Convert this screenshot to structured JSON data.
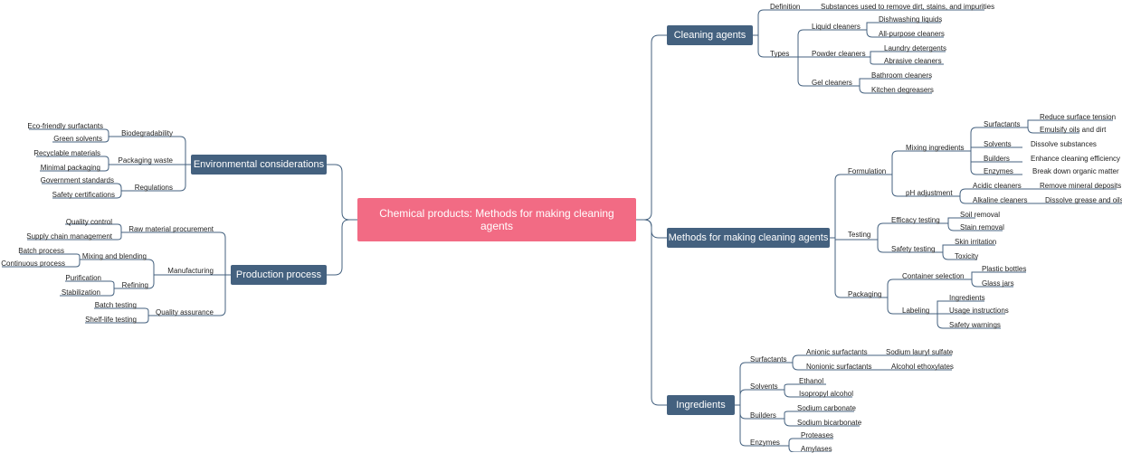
{
  "root": "Chemical products: Methods for making cleaning agents",
  "colors": {
    "root": "#f26b84",
    "main": "#44617f",
    "line": "#44617f"
  },
  "branches": {
    "cleaning_agents": {
      "label": "Cleaning agents",
      "definition": "Definition",
      "definition_text": "Substances used to remove dirt, stains, and impurities",
      "types": "Types",
      "liquid": "Liquid cleaners",
      "liquid_items": [
        "Dishwashing liquids",
        "All-purpose cleaners"
      ],
      "powder": "Powder cleaners",
      "powder_items": [
        "Laundry detergents",
        "Abrasive cleaners"
      ],
      "gel": "Gel cleaners",
      "gel_items": [
        "Bathroom cleaners",
        "Kitchen degreasers"
      ]
    },
    "methods": {
      "label": "Methods for making cleaning agents",
      "formulation": "Formulation",
      "mixing": "Mixing ingredients",
      "surfactants": "Surfactants",
      "surfactants_items": [
        "Reduce surface tension",
        "Emulsify oils and dirt"
      ],
      "solvents": "Solvents",
      "solvents_item": "Dissolve substances",
      "builders": "Builders",
      "builders_item": "Enhance cleaning efficiency",
      "enzymes": "Enzymes",
      "enzymes_item": "Break down organic matter",
      "ph": "pH adjustment",
      "acidic": "Acidic cleaners",
      "acidic_item": "Remove mineral deposits",
      "alkaline": "Alkaline cleaners",
      "alkaline_item": "Dissolve grease and oils",
      "testing": "Testing",
      "efficacy": "Efficacy testing",
      "efficacy_items": [
        "Soil removal",
        "Stain removal"
      ],
      "safety": "Safety testing",
      "safety_items": [
        "Skin irritation",
        "Toxicity"
      ],
      "packaging": "Packaging",
      "container": "Container selection",
      "container_items": [
        "Plastic bottles",
        "Glass jars"
      ],
      "labeling": "Labeling",
      "labeling_items": [
        "Ingredients",
        "Usage instructions",
        "Safety warnings"
      ]
    },
    "ingredients": {
      "label": "Ingredients",
      "surfactants": "Surfactants",
      "anionic": "Anionic surfactants",
      "anionic_item": "Sodium lauryl sulfate",
      "nonionic": "Nonionic surfactants",
      "nonionic_item": "Alcohol ethoxylates",
      "solvents": "Solvents",
      "solvents_items": [
        "Ethanol",
        "Isopropyl alcohol"
      ],
      "builders": "Builders",
      "builders_items": [
        "Sodium carbonate",
        "Sodium bicarbonate"
      ],
      "enzymes": "Enzymes",
      "enzymes_items": [
        "Proteases",
        "Amylases"
      ]
    },
    "environmental": {
      "label": "Environmental considerations",
      "biodeg": "Biodegradability",
      "biodeg_items": [
        "Eco-friendly surfactants",
        "Green solvents"
      ],
      "packaging_waste": "Packaging waste",
      "packaging_waste_items": [
        "Recyclable materials",
        "Minimal packaging"
      ],
      "regulations": "Regulations",
      "regulations_items": [
        "Government standards",
        "Safety certifications"
      ]
    },
    "production": {
      "label": "Production process",
      "raw": "Raw material procurement",
      "raw_items": [
        "Quality control",
        "Supply chain management"
      ],
      "manufacturing": "Manufacturing",
      "mixing": "Mixing and blending",
      "mixing_items": [
        "Batch process",
        "Continuous process"
      ],
      "refining": "Refining",
      "refining_items": [
        "Purification",
        "Stabilization"
      ],
      "qa": "Quality assurance",
      "qa_items": [
        "Batch testing",
        "Shelf-life testing"
      ]
    }
  }
}
